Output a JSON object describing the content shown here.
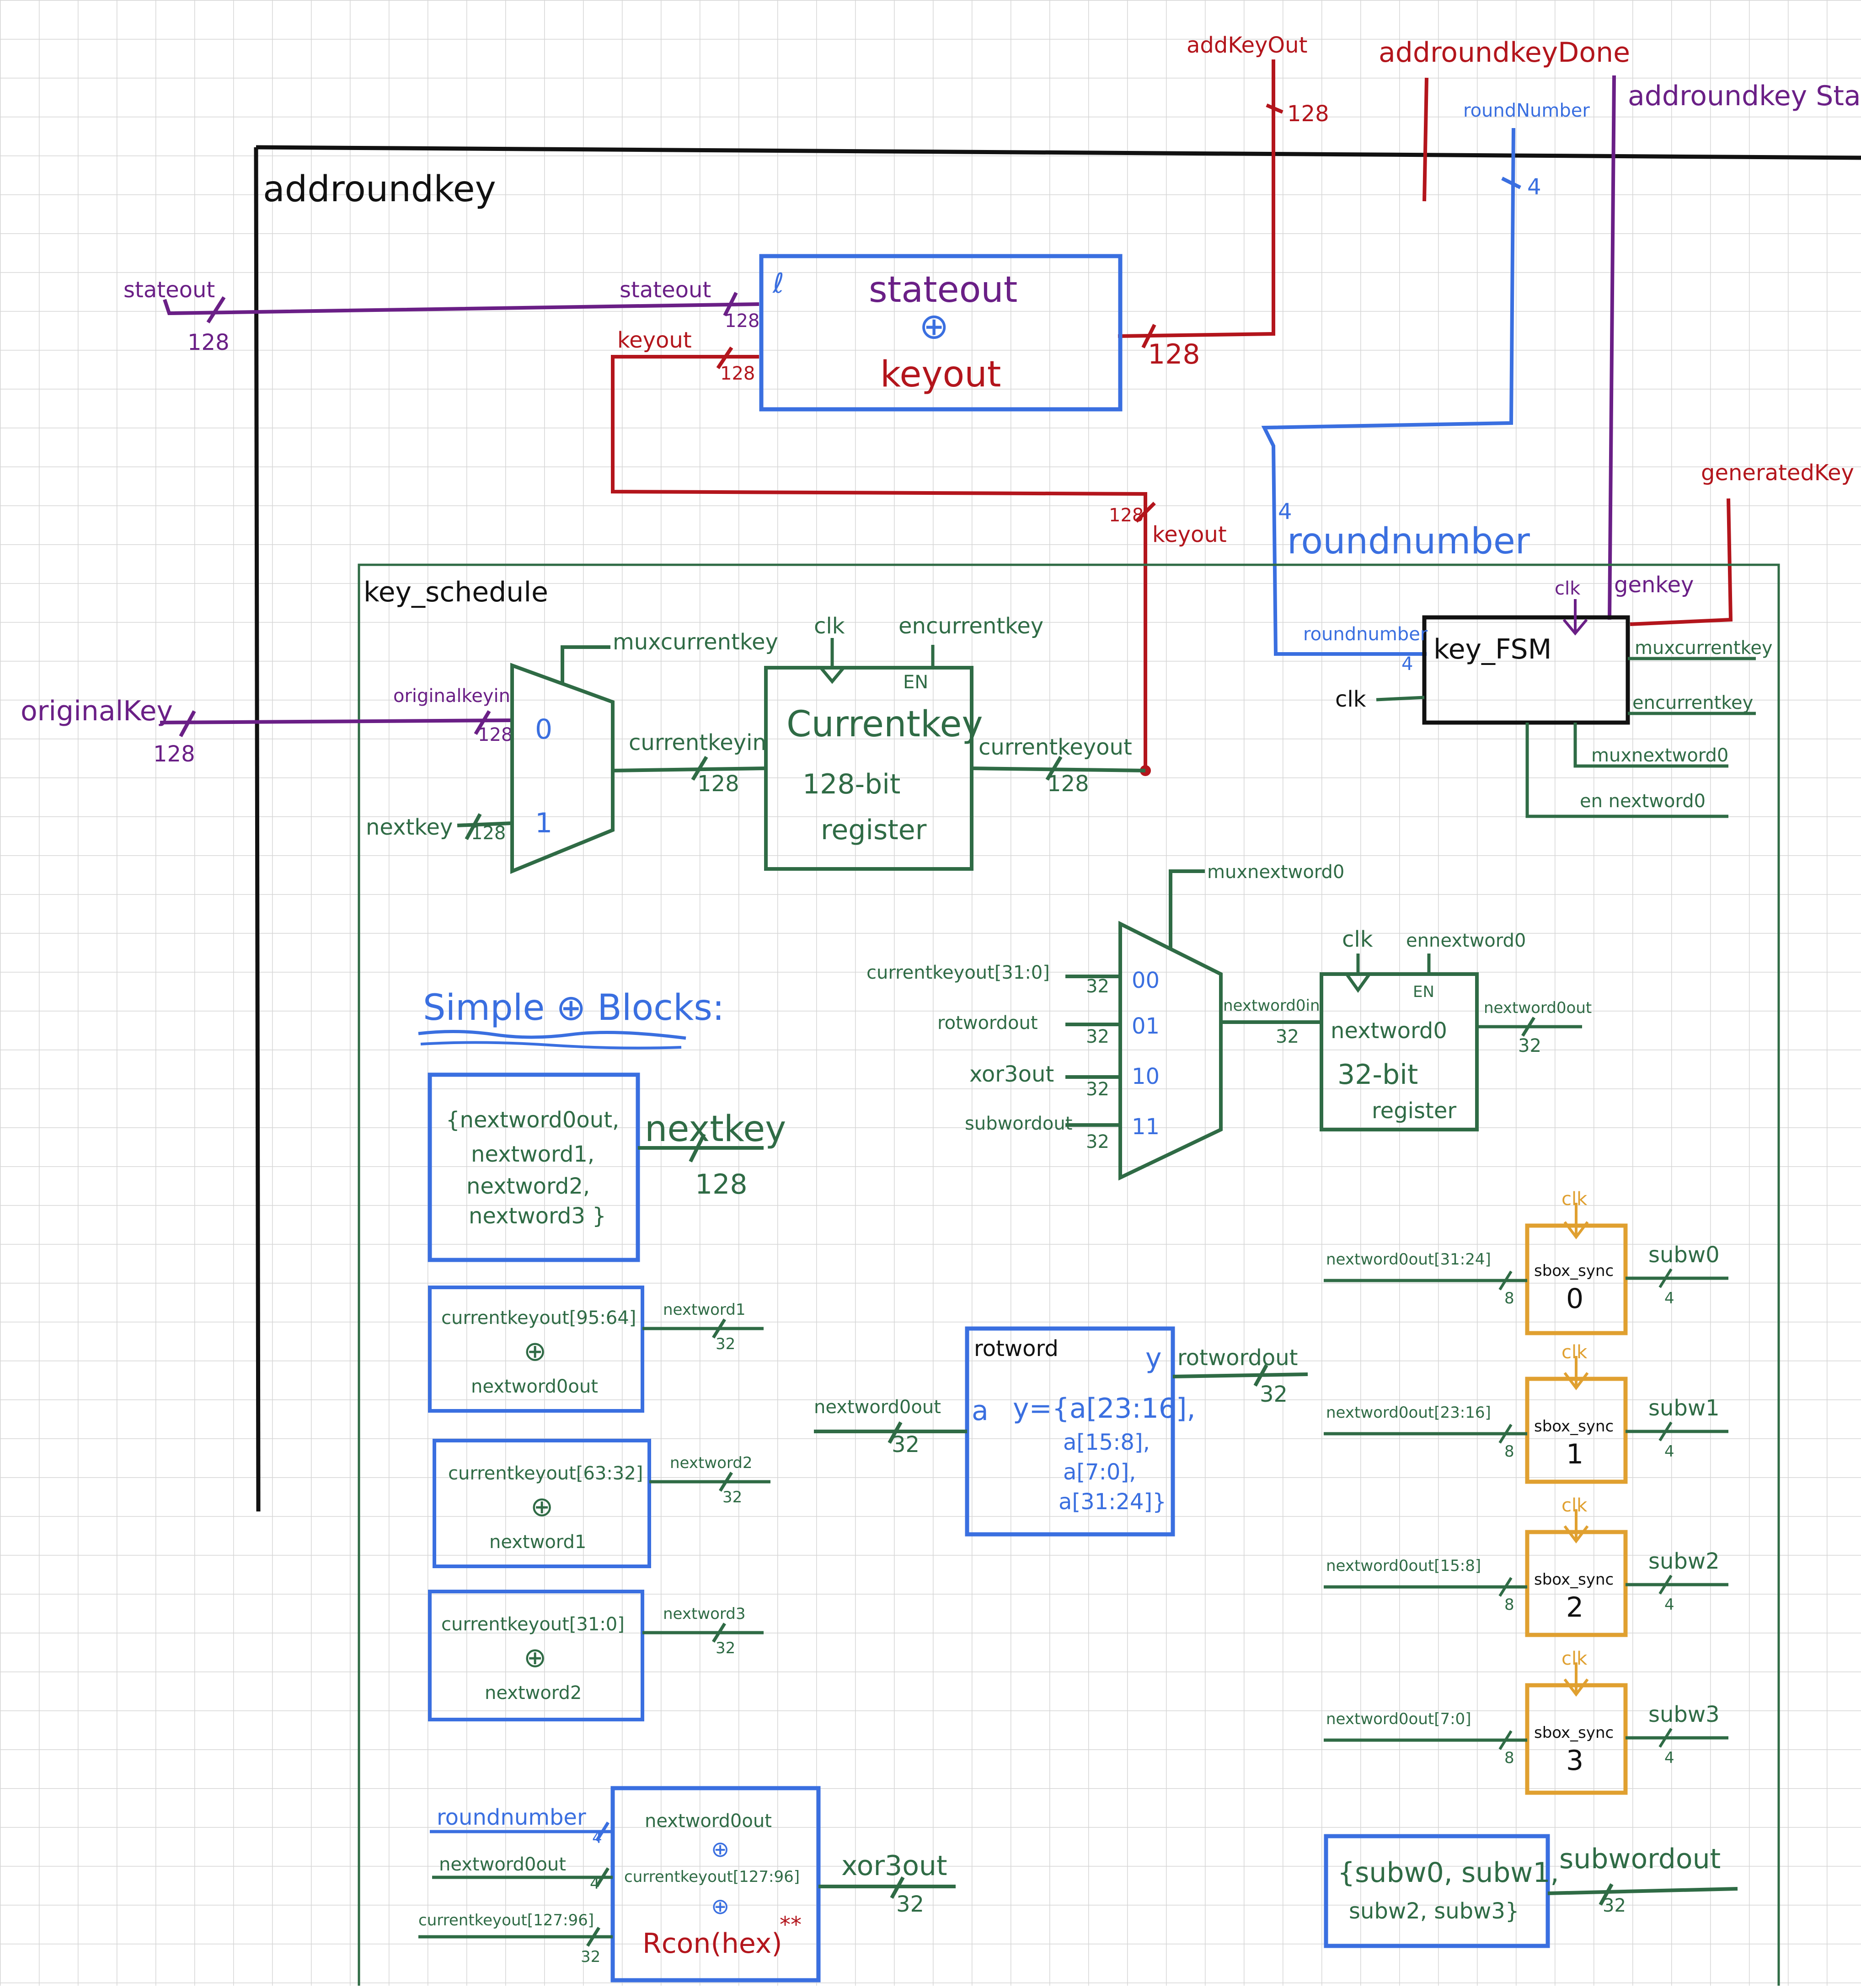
{
  "colors": {
    "grid": "#d6d6d6",
    "black": "#111111",
    "red": "#b3151c",
    "purple": "#6a1f86",
    "blue": "#3a6fe0",
    "green": "#2f6b45",
    "orange": "#e0a030"
  },
  "top": {
    "addKeyOut": "addKeyOut",
    "addKeyOut_w": "128",
    "addroundkeyDone": "addroundkeyDone",
    "roundNumber": "roundNumber",
    "roundNumber_w": "4",
    "addroundkeyStart": "addroundkey Start"
  },
  "outer": {
    "title": "addroundkey",
    "stateout_in": "stateout",
    "stateout_in_w": "128",
    "originalkey_in": "originalKey",
    "originalkey_in_w": "128"
  },
  "xor_block": {
    "stateout_label": "stateout",
    "stateout_w": "128",
    "keyout_label": "keyout",
    "keyout_w": "128",
    "line1": "stateout",
    "op": "⊕",
    "line2": "keyout",
    "out_w": "128",
    "corner": "ℓ"
  },
  "keyout_wire": {
    "label": "keyout",
    "w": "128"
  },
  "roundnumber_wire": {
    "label": "roundnumber",
    "w": "4"
  },
  "generatedKey": "generatedKey",
  "key_schedule": {
    "title": "key_schedule",
    "mux_ctrl": "muxcurrentkey",
    "mux_in0_label": "originalkeyin",
    "mux_in0_w": "128",
    "mux_in0_sel": "0",
    "mux_in1_label": "nextkey",
    "mux_in1_w": "128",
    "mux_in1_sel": "1",
    "mux_out": "currentkeyin",
    "mux_out_w": "128",
    "reg_clk": "clk",
    "reg_en_sig": "encurrentkey",
    "reg_en": "EN",
    "reg_name": "Currentkey",
    "reg_bits": "128-bit",
    "reg_type": "register",
    "reg_out": "currentkeyout",
    "reg_out_w": "128"
  },
  "fsm": {
    "name": "key_FSM",
    "clk_top": "clk",
    "genkey": "genkey",
    "roundnumber_in": "roundnumber",
    "roundnumber_w": "4",
    "clk_left": "clk",
    "outputs": [
      "muxcurrentkey",
      "encurrentkey",
      "muxnextword0",
      "en nextword0"
    ]
  },
  "mux2": {
    "ctrl": "muxnextword0",
    "inputs": [
      {
        "label": "currentkeyout[31:0]",
        "w": "32",
        "sel": "00"
      },
      {
        "label": "rotwordout",
        "w": "32",
        "sel": "01"
      },
      {
        "label": "xor3out",
        "w": "32",
        "sel": "10"
      },
      {
        "label": "subwordout",
        "w": "32",
        "sel": "11"
      }
    ],
    "out": "nextword0in",
    "out_w": "32"
  },
  "reg2": {
    "clk": "clk",
    "en_sig": "ennextword0",
    "en": "EN",
    "name": "nextword0",
    "bits": "32-bit",
    "type": "register",
    "out": "nextword0out",
    "out_w": "32"
  },
  "simple_title": "Simple ⊕ Blocks:",
  "concat_block": {
    "lines": [
      "{nextword0out,",
      "nextword1,",
      "nextword2,",
      "nextword3 }"
    ],
    "out": "nextkey",
    "out_w": "128"
  },
  "xor_blocks": [
    {
      "a": "currentkeyout[95:64]",
      "b": "nextword0out",
      "out": "nextword1",
      "w": "32"
    },
    {
      "a": "currentkeyout[63:32]",
      "b": "nextword1",
      "out": "nextword2",
      "w": "32"
    },
    {
      "a": "currentkeyout[31:0]",
      "b": "nextword2",
      "out": "nextword3",
      "w": "32"
    }
  ],
  "xor3_block": {
    "in_round": "roundnumber",
    "in_round_w": "4",
    "in_nw": "nextword0out",
    "in_nw_w": "4",
    "in_ck": "currentkeyout[127:96]",
    "in_ck_w": "32",
    "l1": "nextword0out",
    "op": "⊕",
    "l2": "currentkeyout[127:96]",
    "l4": "Rcon(hex)",
    "star": "**",
    "out": "xor3out",
    "out_w": "32"
  },
  "rotword": {
    "title": "rotword",
    "in_label": "nextword0out",
    "in_w": "32",
    "port_a": "a",
    "port_y": "y",
    "expr": [
      "y={a[23:16],",
      "a[15:8],",
      "a[7:0],",
      "a[31:24]}"
    ],
    "out": "rotwordout",
    "out_w": "32"
  },
  "sboxes": [
    {
      "in": "nextword0out[31:24]",
      "in_w": "8",
      "clk": "clk",
      "name": "sbox_sync",
      "idx": "0",
      "out": "subw0",
      "out_w": "4"
    },
    {
      "in": "nextword0out[23:16]",
      "in_w": "8",
      "clk": "clk",
      "name": "sbox_sync",
      "idx": "1",
      "out": "subw1",
      "out_w": "4"
    },
    {
      "in": "nextword0out[15:8]",
      "in_w": "8",
      "clk": "clk",
      "name": "sbox_sync",
      "idx": "2",
      "out": "subw2",
      "out_w": "4"
    },
    {
      "in": "nextword0out[7:0]",
      "in_w": "8",
      "clk": "clk",
      "name": "sbox_sync",
      "idx": "3",
      "out": "subw3",
      "out_w": "4"
    }
  ],
  "subword_block": {
    "lines": [
      "{subw0, subw1,",
      "subw2, subw3}"
    ],
    "out": "subwordout",
    "out_w": "32"
  }
}
